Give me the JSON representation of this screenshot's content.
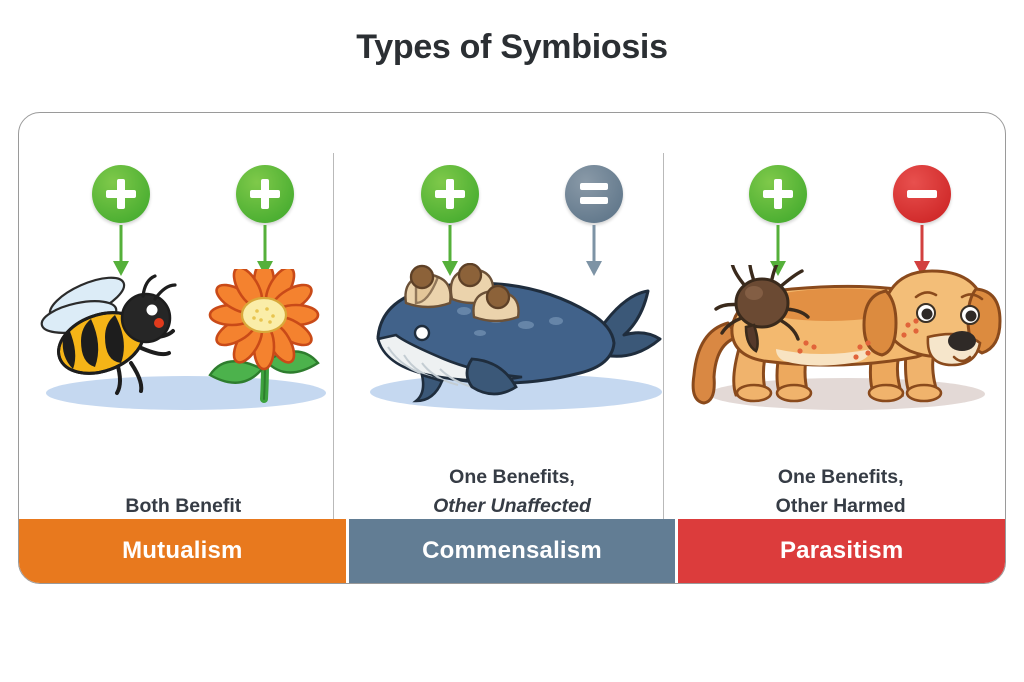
{
  "title": "Types of Symbiosis",
  "colors": {
    "positive": "#4CAF32",
    "neutral": "#647A8D",
    "negative": "#D12B2B",
    "mutualism_bar": "#E8791E",
    "commensalism_bar": "#627D94",
    "parasitism_bar": "#DC3C3C",
    "card_border": "#9A9A9A",
    "text": "#363C45",
    "shadow": "#C5D8F0"
  },
  "panels": [
    {
      "id": "mutualism",
      "bar_label": "Mutualism",
      "bar_color": "#E8791E",
      "caption_line1": "Both Benefit",
      "caption_line2": "",
      "caption_line2_italic": false,
      "badges": [
        {
          "symbol": "+",
          "name": "plus-badge",
          "meaning": "benefits",
          "color": "#4CAF32"
        },
        {
          "symbol": "+",
          "name": "plus-badge",
          "meaning": "benefits",
          "color": "#4CAF32"
        }
      ],
      "organisms": [
        "bee",
        "flower"
      ]
    },
    {
      "id": "commensalism",
      "bar_label": "Commensalism",
      "bar_color": "#627D94",
      "caption_line1": "One Benefits,",
      "caption_line2": "Other Unaffected",
      "caption_line2_italic": true,
      "badges": [
        {
          "symbol": "+",
          "name": "plus-badge",
          "meaning": "benefits",
          "color": "#4CAF32"
        },
        {
          "symbol": "=",
          "name": "equals-badge",
          "meaning": "unaffected",
          "color": "#647A8D"
        }
      ],
      "organisms": [
        "barnacles",
        "whale"
      ]
    },
    {
      "id": "parasitism",
      "bar_label": "Parasitism",
      "bar_color": "#DC3C3C",
      "caption_line1": "One Benefits,",
      "caption_line2": "Other Harmed",
      "caption_line2_italic": false,
      "badges": [
        {
          "symbol": "+",
          "name": "plus-badge",
          "meaning": "benefits",
          "color": "#4CAF32"
        },
        {
          "symbol": "−",
          "name": "minus-badge",
          "meaning": "harmed",
          "color": "#D12B2B"
        }
      ],
      "organisms": [
        "tick",
        "dog"
      ]
    }
  ]
}
